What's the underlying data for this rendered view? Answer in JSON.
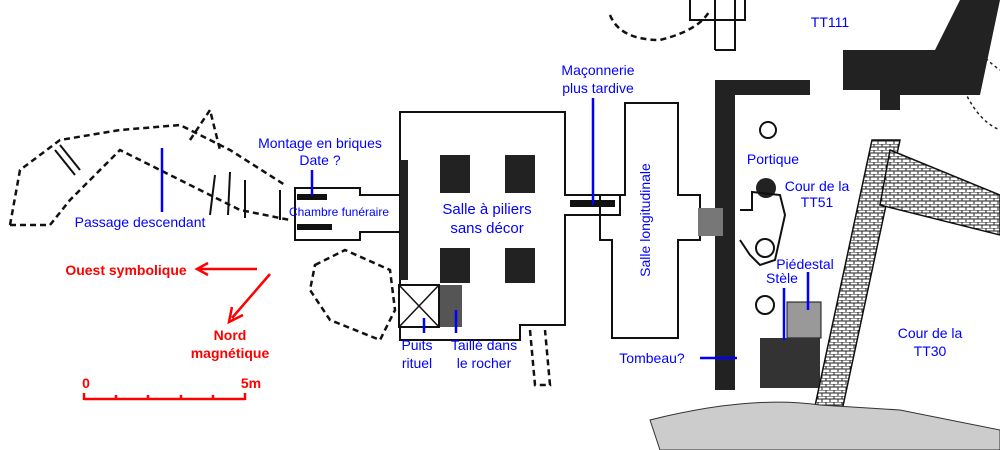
{
  "labels": {
    "montage_1": "Montage en briques",
    "montage_2": "Date ?",
    "chambre": "Chambre funéraire",
    "passage": "Passage descendant",
    "salle_piliers_1": "Salle à piliers",
    "salle_piliers_2": "sans décor",
    "maconnerie_1": "Maçonnerie",
    "maconnerie_2": "plus tardive",
    "salle_longitudinale": "Salle longitudinale",
    "tt111": "TT111",
    "portique": "Portique",
    "cour_tt51_1": "Cour de la",
    "cour_tt51_2": "TT51",
    "piedestal": "Piédestal",
    "stele": "Stèle",
    "tombeau": "Tombeau?",
    "cour_tt30_1": "Cour de la",
    "cour_tt30_2": "TT30",
    "puits_1": "Puits",
    "puits_2": "rituel",
    "taille_1": "Taillé dans",
    "taille_2": "le rocher"
  },
  "orientation": {
    "ouest": "Ouest symbolique",
    "nord_1": "Nord",
    "nord_2": "magnétique"
  },
  "scale": {
    "start": "0",
    "end": "5m",
    "divisions": 5
  },
  "colors": {
    "label": "#0000ff",
    "orientation": "#ff0000"
  }
}
